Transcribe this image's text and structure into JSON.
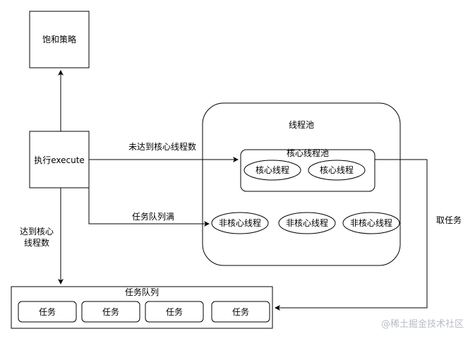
{
  "nodes": {
    "saturation": "饱和策略",
    "execute": "执行execute",
    "pool_title": "线程池",
    "core_pool_title": "核心线程池",
    "core_thread": "核心线程",
    "noncore_thread": "非核心线程",
    "queue_title": "任务队列",
    "task": "任务"
  },
  "edges": {
    "not_reach_core": "未达到核心线程数",
    "queue_full": "任务队列满",
    "reach_core_line1": "达到核心",
    "reach_core_line2": "线程数",
    "take_task": "取任务"
  },
  "watermark": "@稀土掘金技术社区"
}
